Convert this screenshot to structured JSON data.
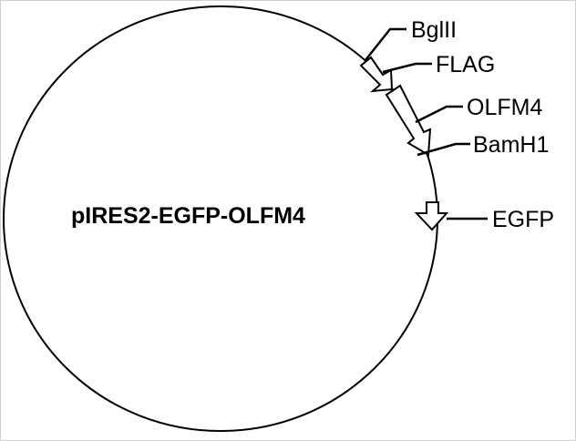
{
  "plasmid": {
    "name": "pIRES2-EGFP-OLFM4"
  },
  "features": {
    "bglII": "BglII",
    "flag": "FLAG",
    "olfm4": "OLFM4",
    "bamh1": "BamH1",
    "egfp": "EGFP"
  },
  "colors": {
    "stroke": "#000000",
    "fill": "#ffffff"
  }
}
